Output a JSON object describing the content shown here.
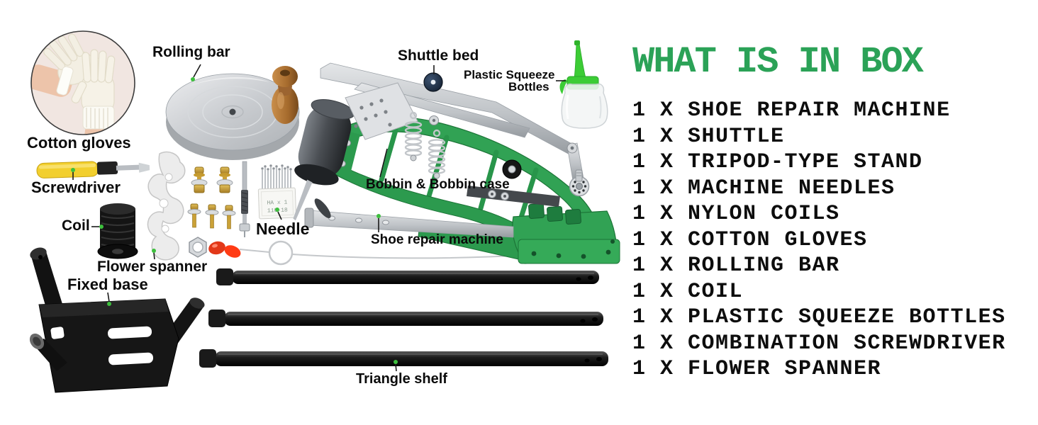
{
  "box_list": {
    "heading": "WHAT IS IN BOX",
    "heading_color": "#2ba257",
    "items": [
      "1 X SHOE REPAIR MACHINE",
      "1 X SHUTTLE",
      "1 X TRIPOD-TYPE STAND",
      "1 X MACHINE NEEDLES",
      "1 X NYLON COILS",
      "1 X COTTON GLOVES",
      "1 X ROLLING BAR",
      "1 X COIL",
      "1 X PLASTIC SQUEEZE BOTTLES",
      "1 X COMBINATION SCREWDRIVER",
      "1 X FLOWER SPANNER"
    ]
  },
  "labels": {
    "rolling_bar": "Rolling bar",
    "cotton_gloves": "Cotton gloves",
    "screwdriver": "Screwdriver",
    "coil": "Coil",
    "flower_spanner": "Flower spanner",
    "fixed_base": "Fixed base",
    "shuttle_bed": "Shuttle bed",
    "plastic_squeeze_bottles_line1": "Plastic Squeeze",
    "plastic_squeeze_bottles_line2": "Bottles",
    "bobbin_case": "Bobbin & Bobbin case",
    "shoe_repair_machine": "Shoe repair machine",
    "needle": "Needle",
    "triangle_shelf": "Triangle shelf"
  },
  "needle_pack": {
    "line1": "HA x 1",
    "line2": "110-18"
  },
  "colors": {
    "accent_green": "#2ba257",
    "machine_green": "#31a254",
    "bottle_green": "#3ccc35",
    "leader_dot_green": "#3dbf3d",
    "list_text": "#0d0d0d"
  }
}
